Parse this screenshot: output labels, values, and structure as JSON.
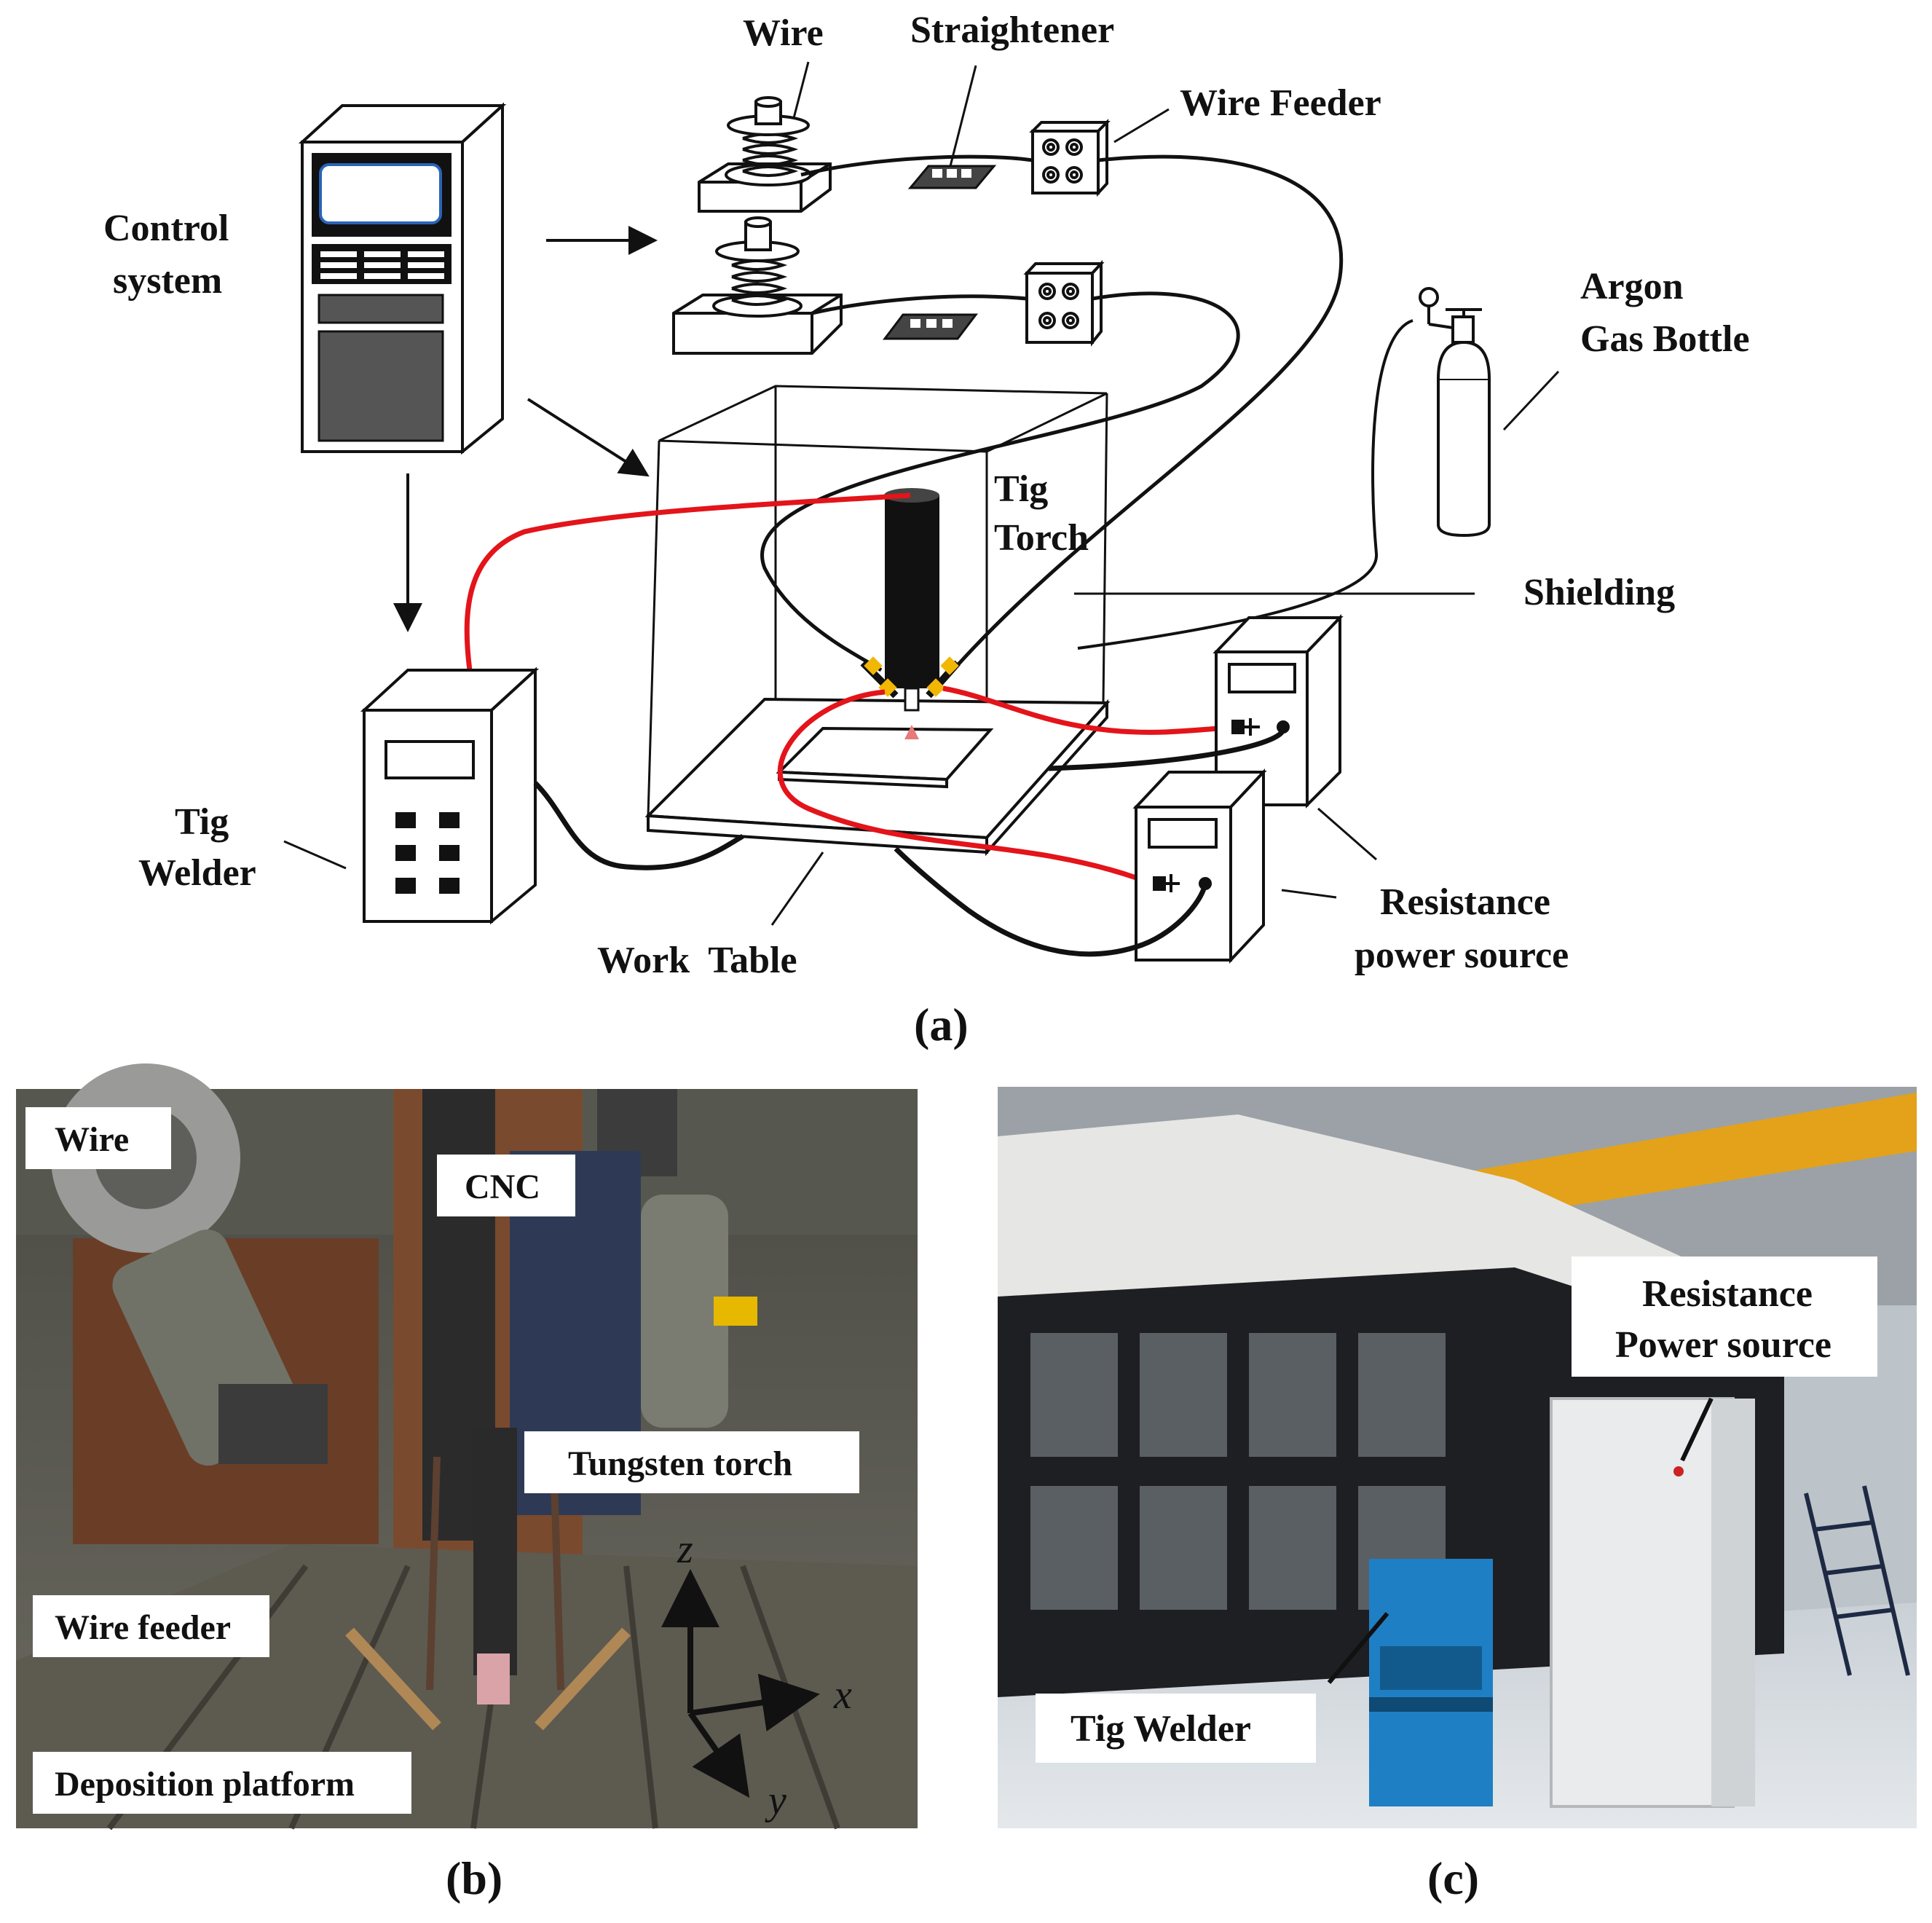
{
  "panel_a": {
    "caption": "(a)",
    "labels": {
      "wire": "Wire",
      "straightener": "Straightener",
      "wire_feeder": "Wire Feeder",
      "control_system_line1": "Control",
      "control_system_line2": "system",
      "argon_line1": "Argon",
      "argon_line2": "Gas Bottle",
      "tig_torch_line1": "Tig",
      "tig_torch_line2": "Torch",
      "shielding": "Shielding",
      "tig_welder_line1": "Tig",
      "tig_welder_line2": "Welder",
      "work_table": "Work  Table",
      "resistance_line1": "Resistance",
      "resistance_line2": "power source"
    }
  },
  "panel_b": {
    "caption": "(b)",
    "labels": {
      "wire": "Wire",
      "cnc": "CNC",
      "tungsten_torch": "Tungsten torch",
      "wire_feeder": "Wire feeder",
      "deposition_platform": "Deposition platform",
      "axis_x": "x",
      "axis_y": "y",
      "axis_z": "z"
    }
  },
  "panel_c": {
    "caption": "(c)",
    "labels": {
      "resistance_line1": "Resistance",
      "resistance_line2": "Power source",
      "tig_welder": "Tig Welder"
    }
  },
  "colors": {
    "red_cable": "#e3141a",
    "black_cable": "#111111",
    "yellow_nozzle": "#f2b705",
    "blue_welder": "#1f7fc4"
  }
}
